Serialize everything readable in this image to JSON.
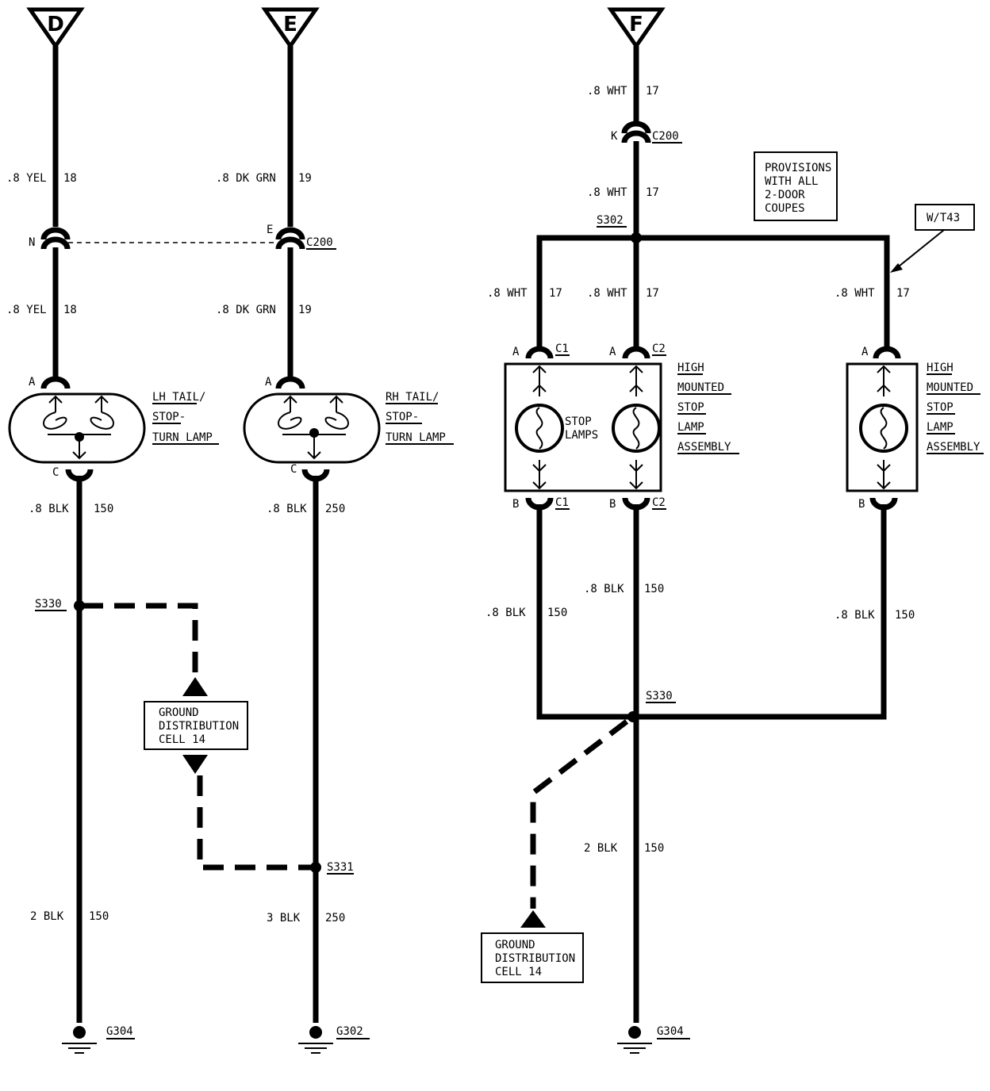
{
  "circuits": {
    "D": {
      "letter": "D",
      "wire_upper": {
        "size": ".8 YEL",
        "circuit": "18"
      },
      "connector_pin": "N",
      "wire_lower": {
        "size": ".8 YEL",
        "circuit": "18"
      },
      "lamp_pin_top": "A",
      "lamp_label": [
        "LH TAIL/",
        "STOP-",
        "TURN LAMP"
      ],
      "lamp_pin_bottom": "C",
      "wire_to_splice": {
        "size": ".8 BLK",
        "circuit": "150"
      },
      "splice": "S330",
      "wire_to_ground": {
        "size": "2 BLK",
        "circuit": "150"
      },
      "ground": "G304"
    },
    "E": {
      "letter": "E",
      "wire_upper": {
        "size": ".8 DK GRN",
        "circuit": "19"
      },
      "connector_pin": "E",
      "connector": "C200",
      "wire_lower": {
        "size": ".8 DK GRN",
        "circuit": "19"
      },
      "lamp_pin_top": "A",
      "lamp_label": [
        "RH TAIL/",
        "STOP-",
        "TURN LAMP"
      ],
      "lamp_pin_bottom": "C",
      "wire_to_splice": {
        "size": ".8 BLK",
        "circuit": "250"
      },
      "splice": "S331",
      "wire_to_ground": {
        "size": "3 BLK",
        "circuit": "250"
      },
      "ground": "G302"
    },
    "F": {
      "letter": "F",
      "wire_top": {
        "size": ".8 WHT",
        "circuit": "17"
      },
      "connector_pin": "K",
      "connector": "C200",
      "wire_below_connector": {
        "size": ".8 WHT",
        "circuit": "17"
      },
      "splice_top": "S302",
      "note": [
        "PROVISIONS",
        "WITH ALL",
        "2-DOOR",
        "COUPES"
      ],
      "option_tag": "W/T43",
      "branch_wires": [
        {
          "size": ".8 WHT",
          "circuit": "17"
        },
        {
          "size": ".8 WHT",
          "circuit": "17"
        },
        {
          "size": ".8 WHT",
          "circuit": "17"
        }
      ],
      "pins_top": [
        {
          "pin": "A",
          "conn": "C1"
        },
        {
          "pin": "A",
          "conn": "C2"
        },
        {
          "pin": "A"
        }
      ],
      "stop_lamps_label": [
        "STOP",
        "LAMPS"
      ],
      "assembly_label": [
        "HIGH",
        "MOUNTED",
        "STOP",
        "LAMP",
        "ASSEMBLY"
      ],
      "pins_bottom": [
        {
          "pin": "B",
          "conn": "C1"
        },
        {
          "pin": "B",
          "conn": "C2"
        },
        {
          "pin": "B"
        }
      ],
      "ground_wires": [
        {
          "size": ".8 BLK",
          "circuit": "150"
        },
        {
          "size": ".8 BLK",
          "circuit": "150"
        },
        {
          "size": ".8 BLK",
          "circuit": "150"
        }
      ],
      "splice_bottom": "S330",
      "wire_to_ground": {
        "size": "2 BLK",
        "circuit": "150"
      },
      "ground": "G304"
    }
  },
  "ground_distribution": [
    "GROUND",
    "DISTRIBUTION",
    "CELL 14"
  ]
}
